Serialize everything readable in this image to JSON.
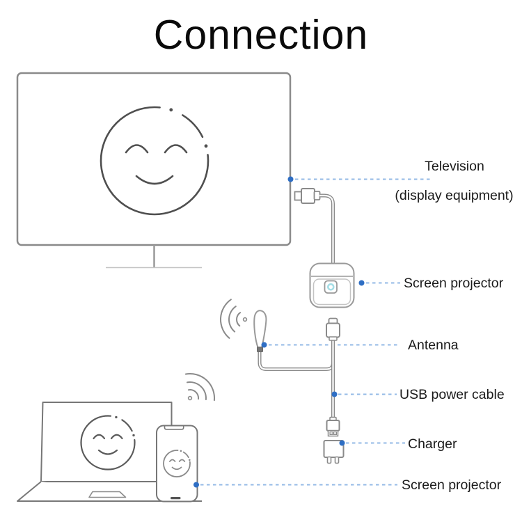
{
  "title": "Connection",
  "diagram": {
    "labels": {
      "television": "Television",
      "television_sub": "(display equipment)",
      "screen_projector": "Screen projector",
      "antenna": "Antenna",
      "usb_power_cable": "USB power cable",
      "charger": "Charger",
      "screen_projector_bottom": "Screen projector"
    },
    "components": [
      "television-display",
      "hdmi-connector",
      "screen-projector-device",
      "antenna",
      "wifi-signal",
      "micro-usb-connector",
      "usb-power-cable",
      "usb-plug",
      "wall-charger",
      "laptop",
      "smartphone",
      "smiley-face"
    ],
    "colors": {
      "leader_dot": "#2e6ec4",
      "leader_dash": "#93b9e6",
      "line_art": "#8a8a8a",
      "smiley": "#4f4f4f",
      "text": "#1a1a1a",
      "projector_button": "#a5dee6"
    }
  }
}
